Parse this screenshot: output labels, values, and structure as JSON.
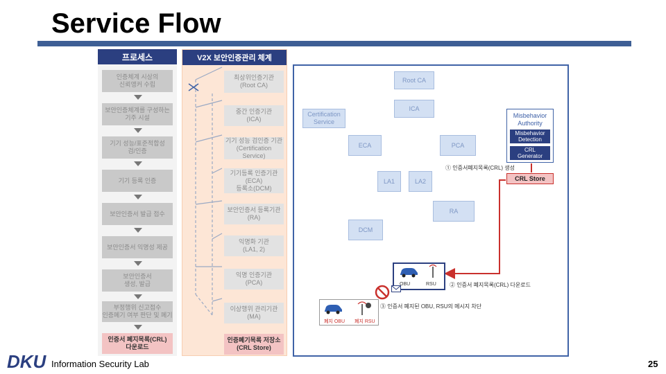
{
  "title": "Service Flow",
  "process": {
    "header": "프로세스",
    "steps": [
      "인증체계 시상의\n신뢰앵커 수립",
      "보안인증체계를 구성하는\n기주 시설",
      "기기 성능/표준적합성\n검/인증",
      "기기 등록 인증",
      "보안인증서 발급 접수",
      "보안인증서 익명성 제공",
      "보안인증서\n생성, 발급",
      "부정행위 신고접수\n인증폐기 여부 판단 및 폐기",
      "인증서 폐지목록(CRL)\n다운로드"
    ]
  },
  "system": {
    "header": "V2X 보안인증관리 체계",
    "orgs": [
      "최상위인증기관\n(Root CA)",
      "중간 인증기관\n(ICA)",
      "기기 성능 검인증 기관\n(Certification Service)",
      "기기등록 인증기관\n(ECA)\n등록소(DCM)",
      "보안인증서 등록기관\n(RA)",
      "익명화 기관\n(LA1, 2)",
      "익명 인증기관\n(PCA)",
      "이상행위 관리기관\n(MA)",
      "인증폐기목록 저장소\n(CRL Store)"
    ]
  },
  "diagram": {
    "root_ca": "Root CA",
    "ica": "ICA",
    "cert_service": "Certification\nService",
    "eca": "ECA",
    "pca": "PCA",
    "la1": "LA1",
    "la2": "LA2",
    "ra": "RA",
    "dcm": "DCM",
    "ma": "Misbehavior\nAuthority",
    "ma_detection": "Misbehavior\nDetection",
    "ma_crl_gen": "CRL\nGenerator",
    "crl_store": "CRL Store",
    "note1": "① 인증서폐지목록(CRL) 생성",
    "note2": "② 인증서 폐지목록(CRL) 다운로드",
    "note3": "③ 인증서 폐지된 OBU, RSU의 메시지 차단",
    "obu": "OBU",
    "rsu": "RSU",
    "revoked_obu": "폐지 OBU",
    "revoked_rsu": "폐지 RSU"
  },
  "footer": {
    "logo": "DKU",
    "lab": "Information Security Lab",
    "page": "25"
  },
  "colors": {
    "accent": "#3e5f95",
    "header_bg": "#2b3f80",
    "crl_red": "#c9302c"
  }
}
